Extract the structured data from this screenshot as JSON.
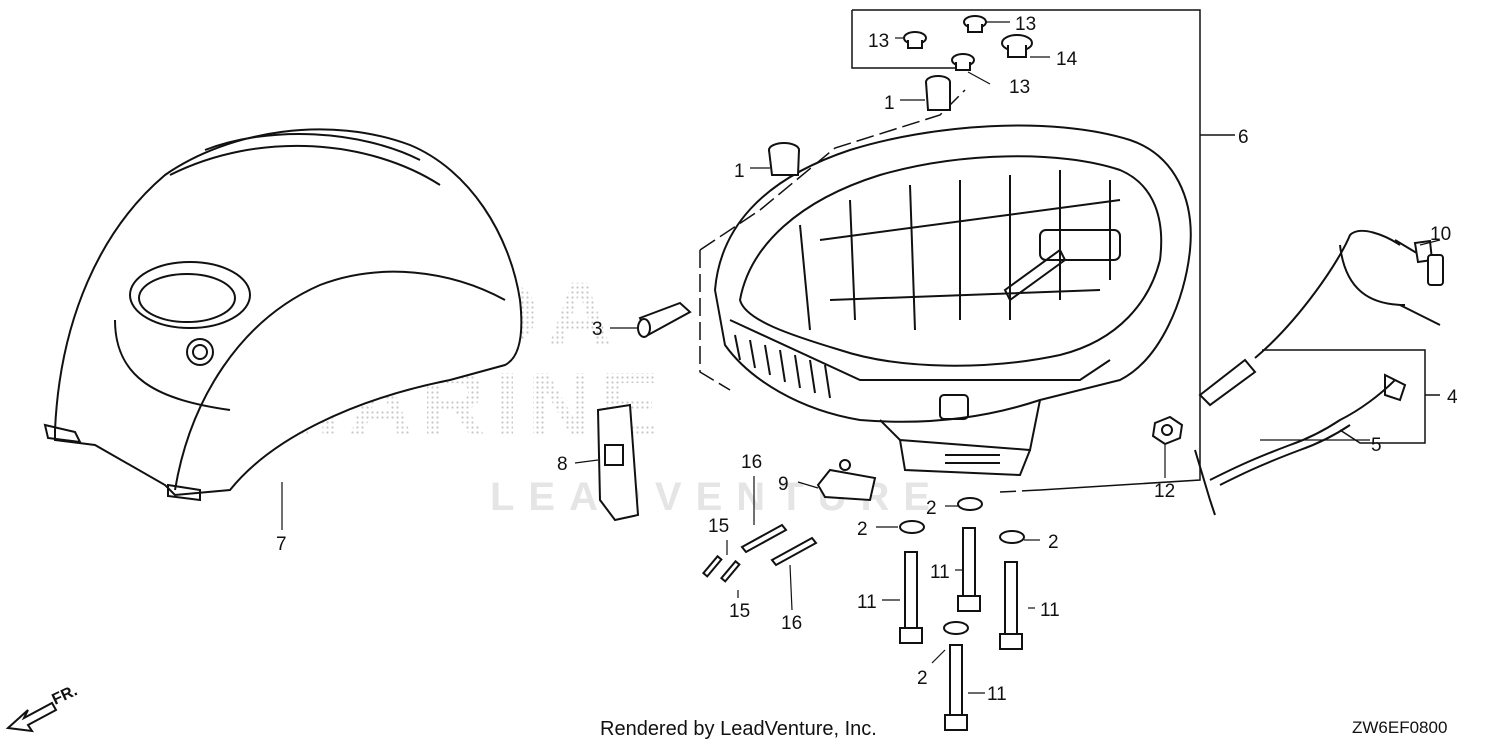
{
  "diagram": {
    "callouts": [
      {
        "id": "13a",
        "text": "13"
      },
      {
        "id": "13b",
        "text": "13"
      },
      {
        "id": "13c",
        "text": "13"
      },
      {
        "id": "14",
        "text": "14"
      },
      {
        "id": "1a",
        "text": "1"
      },
      {
        "id": "1b",
        "text": "1"
      },
      {
        "id": "6",
        "text": "6"
      },
      {
        "id": "10",
        "text": "10"
      },
      {
        "id": "3",
        "text": "3"
      },
      {
        "id": "4",
        "text": "4"
      },
      {
        "id": "5",
        "text": "5"
      },
      {
        "id": "12",
        "text": "12"
      },
      {
        "id": "8",
        "text": "8"
      },
      {
        "id": "16a",
        "text": "16"
      },
      {
        "id": "9",
        "text": "9"
      },
      {
        "id": "2a",
        "text": "2"
      },
      {
        "id": "2b",
        "text": "2"
      },
      {
        "id": "2c",
        "text": "2"
      },
      {
        "id": "2d",
        "text": "2"
      },
      {
        "id": "7",
        "text": "7"
      },
      {
        "id": "15a",
        "text": "15"
      },
      {
        "id": "15b",
        "text": "15"
      },
      {
        "id": "16b",
        "text": "16"
      },
      {
        "id": "11a",
        "text": "11"
      },
      {
        "id": "11b",
        "text": "11"
      },
      {
        "id": "11c",
        "text": "11"
      },
      {
        "id": "11d",
        "text": "11"
      }
    ],
    "direction_label": "FR.",
    "credit": "Rendered by LeadVenture, Inc.",
    "diagram_code": "ZW6EF0800",
    "watermark_brand": "HONDA MARINE",
    "watermark_text": "LEADVENTURE"
  },
  "colors": {
    "line": "#111111",
    "background": "#ffffff",
    "watermark": "#bdbdbd"
  }
}
